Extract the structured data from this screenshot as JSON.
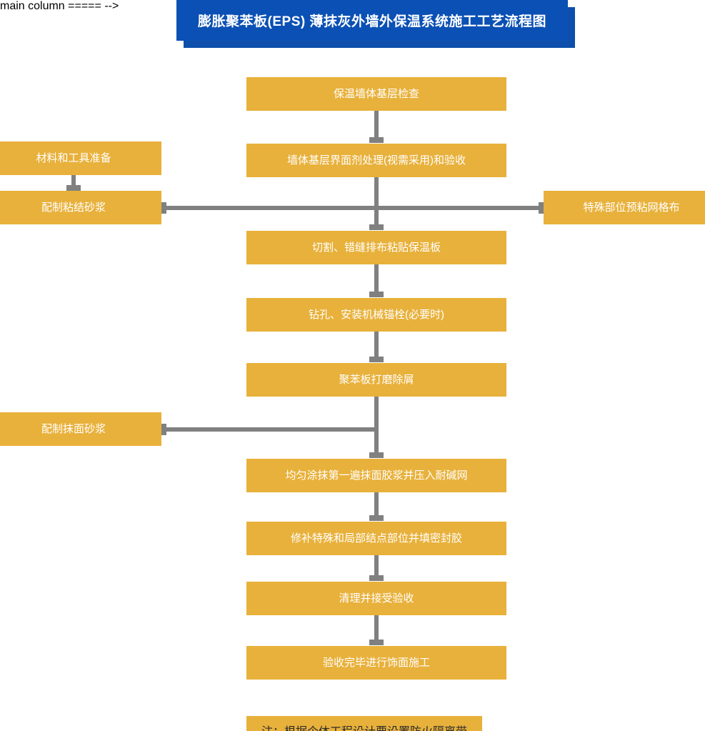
{
  "header": {
    "title": "膨胀聚苯板(EPS) 薄抹灰外墙外保温系统施工工艺流程图",
    "bar_color": "#0b50b4",
    "shadow_color": "#0d4fab",
    "text_color": "#ffffff"
  },
  "theme": {
    "box_fill": "#e8b13b",
    "box_text": "#ffffff",
    "connector": "#808080",
    "background": "#ffffff",
    "note_text": "#2b2b2b"
  },
  "flowchart": {
    "type": "flowchart",
    "orientation": "top-to-bottom",
    "main_steps": [
      {
        "id": "s1",
        "label": "保温墙体基层检查"
      },
      {
        "id": "s2",
        "label": "墙体基层界面剂处理(视需采用)和验收"
      },
      {
        "id": "s3",
        "label": "切割、错缝排布粘贴保温板"
      },
      {
        "id": "s4",
        "label": "钻孔、安装机械锚栓(必要时)"
      },
      {
        "id": "s5",
        "label": "聚苯板打磨除屑"
      },
      {
        "id": "s6",
        "label": "均匀涂抹第一遍抹面胶浆并压入耐碱网"
      },
      {
        "id": "s7",
        "label": "修补特殊和局部结点部位并填密封胶"
      },
      {
        "id": "s8",
        "label": "清理并接受验收"
      },
      {
        "id": "s9",
        "label": "验收完毕进行饰面施工"
      }
    ],
    "left_steps": [
      {
        "id": "l1",
        "label": "材料和工具准备"
      },
      {
        "id": "l2",
        "label": "配制粘结砂浆"
      },
      {
        "id": "l3",
        "label": "配制抹面砂浆"
      }
    ],
    "right_steps": [
      {
        "id": "r1",
        "label": "特殊部位预粘网格布"
      }
    ],
    "connections": [
      {
        "from": "s1",
        "to": "s2",
        "kind": "arrow-down"
      },
      {
        "from": "s2",
        "to": "s3",
        "kind": "arrow-down"
      },
      {
        "from": "s3",
        "to": "s4",
        "kind": "arrow-down"
      },
      {
        "from": "s4",
        "to": "s5",
        "kind": "arrow-down"
      },
      {
        "from": "s5",
        "to": "s6",
        "kind": "arrow-down"
      },
      {
        "from": "s6",
        "to": "s7",
        "kind": "arrow-down"
      },
      {
        "from": "s7",
        "to": "s8",
        "kind": "arrow-down"
      },
      {
        "from": "s8",
        "to": "s9",
        "kind": "arrow-down"
      },
      {
        "from": "l1",
        "to": "l2",
        "kind": "arrow-down"
      },
      {
        "from": "l2",
        "to": "s3",
        "kind": "join-right"
      },
      {
        "from": "r1",
        "to": "s3",
        "kind": "join-left"
      },
      {
        "from": "l3",
        "to": "s6",
        "kind": "join-right"
      }
    ]
  },
  "note": {
    "text": "注：根据个体工程设计要设置防火隔离带"
  }
}
